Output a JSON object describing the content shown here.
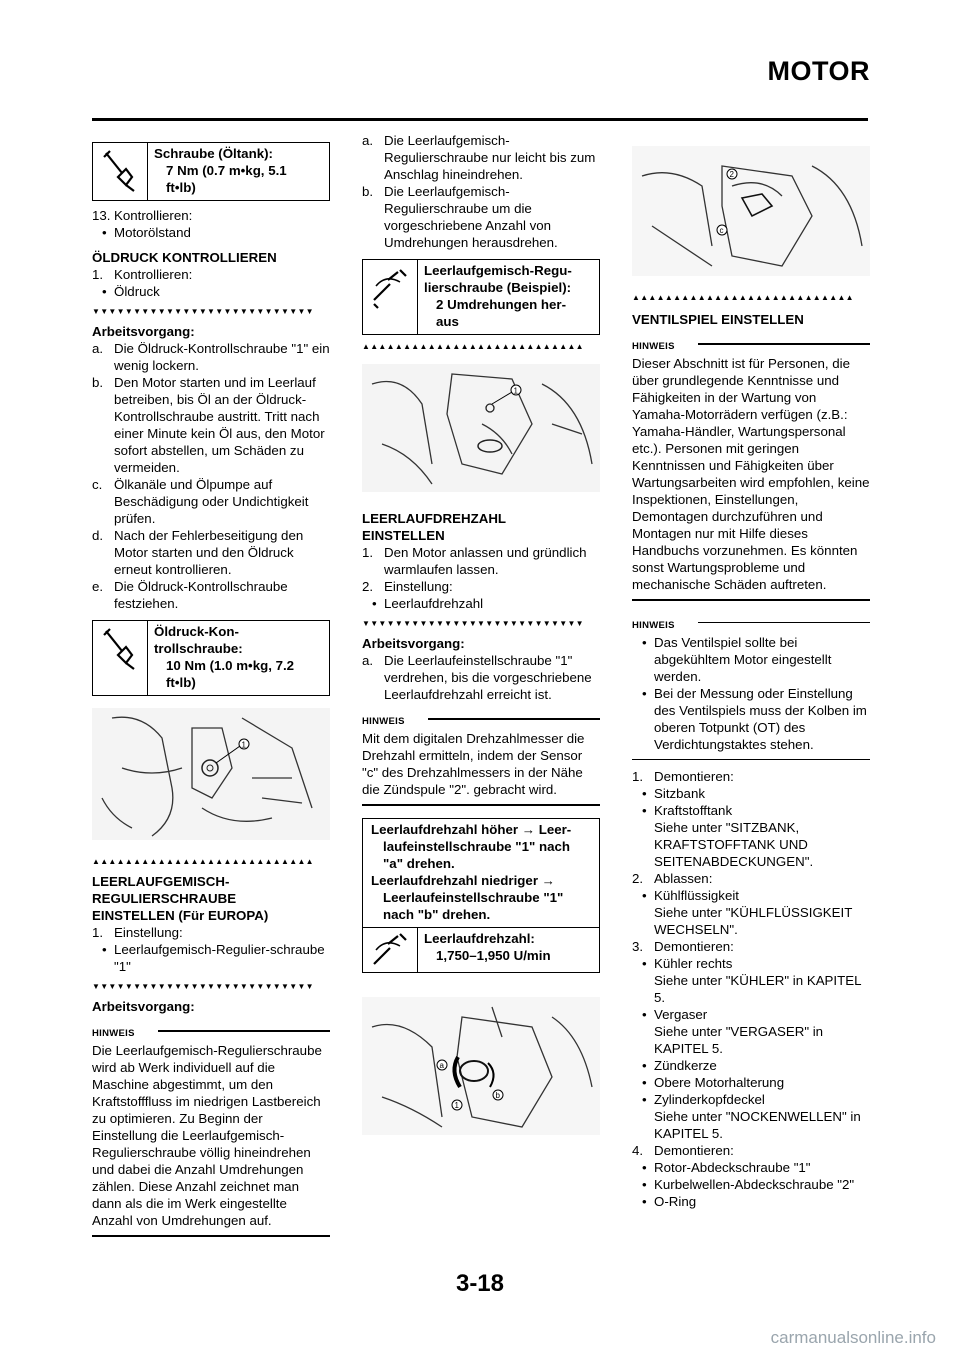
{
  "header": {
    "title": "MOTOR"
  },
  "page_number": "3-18",
  "watermark": "carmanualsonline.info",
  "hinweis_label": "HINWEIS",
  "arrows_down": "▼▼▼▼▼▼▼▼▼▼▼▼▼▼▼▼▼▼▼▼▼▼▼▼▼▼▼",
  "arrows_up": "▲▲▲▲▲▲▲▲▲▲▲▲▲▲▲▲▲▲▲▲▲▲▲▲▲▲▲",
  "col1": {
    "spec1": {
      "label": "Schraube (Öltank):",
      "value1": "7 Nm (0.7 m•kg, 5.1",
      "value2": "ft•lb)"
    },
    "step13": {
      "n": "13.",
      "text": "Kontrollieren:"
    },
    "b_motoroil": "Motorölstand",
    "h_oeldruck": "ÖLDRUCK KONTROLLIEREN",
    "s1": {
      "n": "1.",
      "text": "Kontrollieren:"
    },
    "b_oeldruck": "Öldruck",
    "arbeitsvorgang": "Arbeitsvorgang:",
    "a": {
      "n": "a.",
      "text": "Die Öldruck-Kontrollschraube \"1\" ein wenig lockern."
    },
    "b": {
      "n": "b.",
      "text": "Den Motor starten und im Leerlauf betreiben, bis Öl an der Öldruck-Kontrollschraube austritt. Tritt nach einer Minute kein Öl aus, den Motor sofort abstellen, um Schäden zu vermeiden."
    },
    "c": {
      "n": "c.",
      "text": "Ölkanäle und Ölpumpe auf Beschädigung oder Undichtigkeit prüfen."
    },
    "d": {
      "n": "d.",
      "text": "Nach der Fehlerbeseitigung den Motor starten und den Öldruck erneut kontrollieren."
    },
    "e": {
      "n": "e.",
      "text": "Die Öldruck-Kontrollschraube festziehen."
    },
    "spec2": {
      "label1": "Öldruck-Kon-",
      "label2": "trollschraube:",
      "value1": "10 Nm (1.0 m•kg, 7.2",
      "value2": "ft•lb)"
    },
    "photo_label": "1",
    "h_leer1": "LEERLAUFGEMISCH-",
    "h_leer2": "REGULIERSCHRAUBE",
    "h_leer3": "EINSTELLEN (Für EUROPA)",
    "s1b": {
      "n": "1.",
      "text": "Einstellung:"
    },
    "b_regulier": "Leerlaufgemisch-Regulier-schraube \"1\"",
    "arbeitsvorgang2": "Arbeitsvorgang:",
    "hinweis_text": "Die Leerlaufgemisch-Regulierschraube wird ab Werk individuell auf die Maschine abgestimmt, um den Kraftstofffluss im niedrigen Lastbereich zu optimieren. Zu Beginn der Einstellung die Leerlaufgemisch-Regulierschraube völlig hineindrehen und dabei die Anzahl Umdrehungen zählen. Diese Anzahl zeichnet man dann als die im Werk eingestellte Anzahl von Umdrehungen auf."
  },
  "col2": {
    "a": {
      "n": "a.",
      "text": "Die Leerlaufgemisch-Regulierschraube nur leicht bis zum Anschlag hineindrehen."
    },
    "b": {
      "n": "b.",
      "text": "Die Leerlaufgemisch-Regulierschraube um die vorgeschriebene Anzahl von Umdrehungen herausdrehen."
    },
    "spec1": {
      "label1": "Leerlaufgemisch-Regu-",
      "label2": "lierschraube (Beispiel):",
      "value1": "2 Umdrehungen her-",
      "value2": "aus"
    },
    "photo_label": "1",
    "h_drehzahl1": "LEERLAUFDREHZAHL",
    "h_drehzahl2": "EINSTELLEN",
    "s1": {
      "n": "1.",
      "text": "Den Motor anlassen und gründlich warmlaufen lassen."
    },
    "s2": {
      "n": "2.",
      "text": "Einstellung:"
    },
    "b_drehzahl": "Leerlaufdrehzahl",
    "arbeitsvorgang": "Arbeitsvorgang:",
    "a2": {
      "n": "a.",
      "text": "Die Leerlaufeinstellschraube \"1\" verdrehen, bis die vorgeschriebene Leerlaufdrehzahl erreicht ist."
    },
    "hinweis_text": "Mit dem digitalen Drehzahlmesser die Drehzahl ermitteln, indem der Sensor \"c\" des Drehzahlmessers in der Nähe die Zündspule \"2\". gebracht wird.",
    "box_line1": "Leerlaufdrehzahl höher → Leer-",
    "box_line2": "laufeinstellschraube \"1\" nach",
    "box_line3": "\"a\" drehen.",
    "box_line4": "Leerlaufdrehzahl niedriger →",
    "box_line5": "Leerlaufeinstellschraube \"1\"",
    "box_line6": "nach \"b\" drehen.",
    "spec2": {
      "label": "Leerlaufdrehzahl:",
      "value": "1,750–1,950 U/min"
    },
    "photo2_labels": {
      "a": "a",
      "b": "b",
      "one": "1"
    }
  },
  "col3": {
    "photo_labels": {
      "two": "2",
      "c": "c"
    },
    "h_ventil": "VENTILSPIEL EINSTELLEN",
    "hinweis1_text": "Dieser Abschnitt ist für Personen, die über grundlegende Kenntnisse und Fähigkeiten in der Wartung von Yamaha-Motorrädern verfügen (z.B.: Yamaha-Händler, Wartungspersonal etc.). Personen mit geringen Kenntnissen und Fähigkeiten über Wartungsarbeiten wird empfohlen, keine Inspektionen, Einstellungen, Demontagen durchzuführen und Montagen nur mit Hilfe dieses Handbuchs vorzunehmen. Es könnten sonst Wartungsprobleme und mechanische Schäden auftreten.",
    "hinweis2_b1": "Das Ventilspiel sollte bei abgekühltem Motor eingestellt werden.",
    "hinweis2_b2": "Bei der Messung oder Einstellung des Ventilspiels muss der Kolben im oberen Totpunkt (OT) des Verdichtungstaktes stehen.",
    "s1": {
      "n": "1.",
      "text": "Demontieren:"
    },
    "b_sitzbank": "Sitzbank",
    "b_tank": "Kraftstofftank",
    "ref_tank": "Siehe unter \"SITZBANK, KRAFTSTOFFTANK UND SEITENABDECKUNGEN\".",
    "s2": {
      "n": "2.",
      "text": "Ablassen:"
    },
    "b_kuehl": "Kühlflüssigkeit",
    "ref_kuehl": "Siehe unter \"KÜHLFLÜSSIGKEIT WECHSELN\".",
    "s3": {
      "n": "3.",
      "text": "Demontieren:"
    },
    "b_kuehler": "Kühler rechts",
    "ref_kuehler": "Siehe unter \"KÜHLER\" in KAPITEL 5.",
    "b_vergaser": "Vergaser",
    "ref_vergaser": "Siehe unter \"VERGASER\" in KAPITEL 5.",
    "b_zuendkerze": "Zündkerze",
    "b_motorhalterung": "Obere Motorhalterung",
    "b_zylinder": "Zylinderkopfdeckel",
    "ref_zylinder": "Siehe unter \"NOCKENWELLEN\" in KAPITEL 5.",
    "s4": {
      "n": "4.",
      "text": "Demontieren:"
    },
    "b_rotor": "Rotor-Abdeckschraube \"1\"",
    "b_kurbel": "Kurbelwellen-Abdeckschraube \"2\"",
    "b_oring": "O-Ring"
  }
}
